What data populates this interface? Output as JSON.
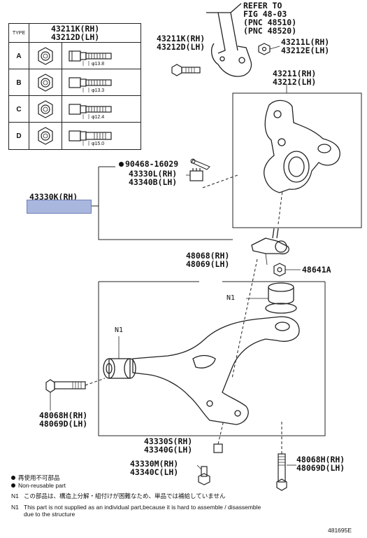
{
  "type_table": {
    "header_type": "TYPE",
    "header_pn_rh": "43211K(RH)",
    "header_pn_lh": "43212D(LH)",
    "rows": [
      {
        "type": "A",
        "diameter": "φ13.8"
      },
      {
        "type": "B",
        "diameter": "φ13.3"
      },
      {
        "type": "C",
        "diameter": "φ12.4"
      },
      {
        "type": "D",
        "diameter": "φ15.0"
      }
    ]
  },
  "refer": {
    "line1": "REFER TO",
    "line2": "FIG 48-03",
    "line3": "(PNC 48510)",
    "line4": "(PNC 48520)"
  },
  "labels": {
    "strut_bolt_rh": "43211K(RH)",
    "strut_bolt_lh": "43212D(LH)",
    "nut_rh": "43211L(RH)",
    "nut_lh": "43212E(LH)",
    "knuckle_rh": "43211(RH)",
    "knuckle_lh": "43212(LH)",
    "cotter_pin": "90468-16029",
    "ball_joint_nut_rh": "43330L(RH)",
    "ball_joint_nut_lh": "43340B(LH)",
    "ball_joint_rh_partial": "43330K(RH)",
    "arm_rh": "48068(RH)",
    "arm_lh": "48069(LH)",
    "nut_48641A": "48641A",
    "n1_bushing": "N1",
    "n1_front": "N1",
    "bolt_front_rh": "48068H(RH)",
    "bolt_front_lh": "48069D(LH)",
    "bolt_rear_rh": "48068H(RH)",
    "bolt_rear_lh": "48069D(LH)",
    "bj_bolt_rh": "43330S(RH)",
    "bj_bolt_lh": "43340G(LH)",
    "bj_nut_rh": "43330M(RH)",
    "bj_nut_lh": "43340C(LH)"
  },
  "legend": {
    "nonreusable_jp": "再使用不可部品",
    "nonreusable_en": "Non-reusable part",
    "n1_jp_tag": "N1",
    "n1_jp": "この部品は、構造上分解・組付けが困難なため、単品では補給していません",
    "n1_en_tag": "N1",
    "n1_en_line1": "This part is not supplied as an individual part,because it is hard to assemble / disassemble",
    "n1_en_line2": "due to the structure"
  },
  "figure_code": "481695E"
}
